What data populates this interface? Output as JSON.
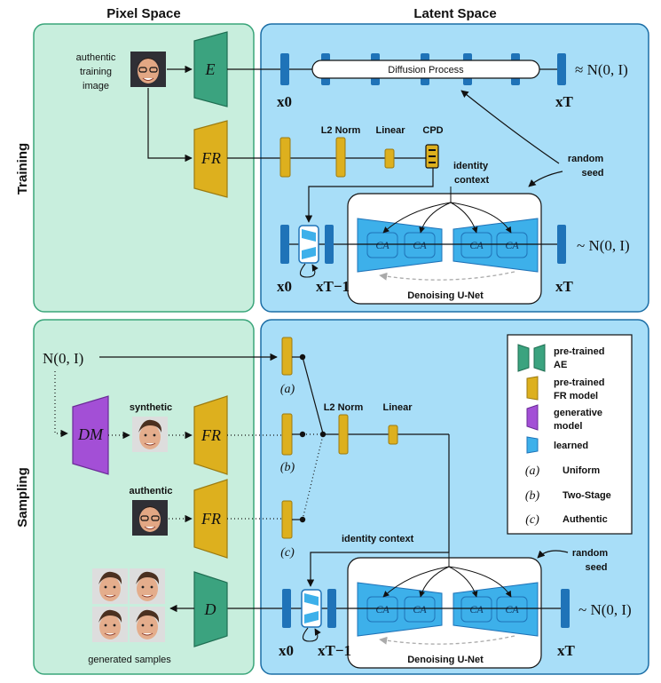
{
  "headers": {
    "pixel_space": "Pixel Space",
    "latent_space": "Latent Space"
  },
  "side_labels": {
    "training": "Training",
    "sampling": "Sampling"
  },
  "training": {
    "input_label": [
      "authentic",
      "training",
      "image"
    ],
    "encoder": "E",
    "fr": "FR",
    "diffusion_process": "Diffusion Process",
    "x0": "x0",
    "xT": "xT",
    "xT_1": "xT−1",
    "noise_approx": "≈ N(0, I)",
    "noise_sim": "~ N(0, I)",
    "l2_norm": "L2 Norm",
    "linear": "Linear",
    "cpd": "CPD",
    "identity_context": [
      "identity",
      "context"
    ],
    "random_seed": [
      "random",
      "seed"
    ],
    "unet_label": "Denoising U-Net",
    "ca": "CA"
  },
  "sampling": {
    "noise_input": "N(0, I)",
    "dm": "DM",
    "synthetic": "synthetic",
    "authentic": "authentic",
    "fr": "FR",
    "option_a": "(a)",
    "option_b": "(b)",
    "option_c": "(c)",
    "l2_norm": "L2 Norm",
    "linear": "Linear",
    "identity_context": "identity context",
    "random_seed": [
      "random",
      "seed"
    ],
    "decoder": "D",
    "generated_samples": "generated samples",
    "unet_label": "Denoising U-Net",
    "x0": "x0",
    "xT": "xT",
    "xT_1": "xT−1",
    "noise_sim": "~ N(0, I)",
    "ca": "CA"
  },
  "legend": {
    "ae": [
      "pre-trained",
      "AE"
    ],
    "fr": [
      "pre-trained",
      "FR model"
    ],
    "gen": [
      "generative",
      "model"
    ],
    "learned": "learned",
    "a_sym": "(a)",
    "a_label": "Uniform",
    "b_sym": "(b)",
    "b_label": "Two-Stage",
    "c_sym": "(c)",
    "c_label": "Authentic"
  },
  "colors": {
    "pixel_bg": "#c8eedd",
    "pixel_border": "#3aa57a",
    "latent_bg": "#a8def8",
    "latent_border": "#1c6ea6",
    "ae_green": "#3ba37f",
    "fr_gold": "#ddb01e",
    "dm_purple": "#a34fd6",
    "learned_blue": "#3db0ea",
    "latent_bar": "#1f73b8"
  }
}
